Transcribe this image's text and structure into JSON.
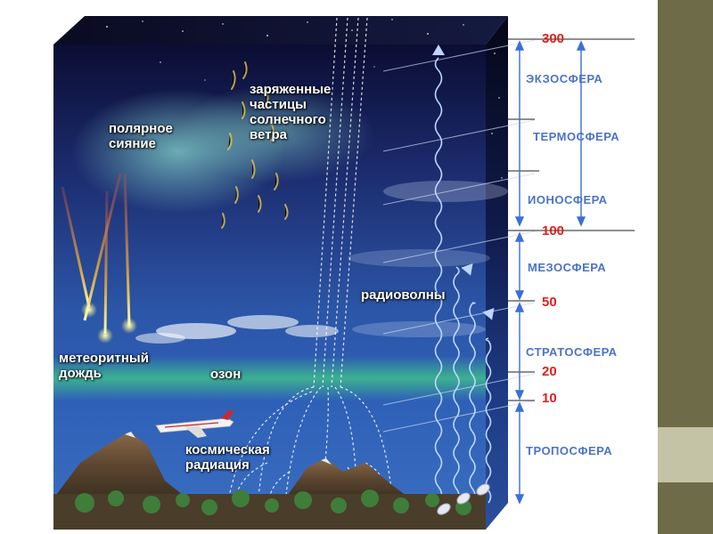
{
  "scene_labels": {
    "aurora": "полярное\nсияние",
    "solar_wind": "заряженные\nчастицы\nсолнечного\nветра",
    "radio_waves": "радиоволны",
    "meteor_shower": "метеоритный\nдождь",
    "ozone": "озон",
    "cosmic_radiation": "космическая\nрадиация"
  },
  "layers": {
    "exosphere": "ЭКЗОСФЕРА",
    "thermosphere": "ТЕРМОСФЕРА",
    "ionosphere": "ИОНОСФЕРА",
    "mesosphere": "МЕЗОСФЕРА",
    "stratosphere": "СТРАТОСФЕРА",
    "troposphere": "ТРОПОСФЕРА"
  },
  "altitudes": {
    "a300": "300",
    "a100": "100",
    "a50": "50",
    "a20": "20",
    "a10": "10"
  },
  "colors": {
    "layer_text": "#4c73c9",
    "altitude_text": "#e0201b",
    "sky_top": "#0b0d33",
    "sky_bottom": "#2f61b8",
    "ozone_band": "#3fbf8c",
    "side_bar": "#6e6b48"
  }
}
